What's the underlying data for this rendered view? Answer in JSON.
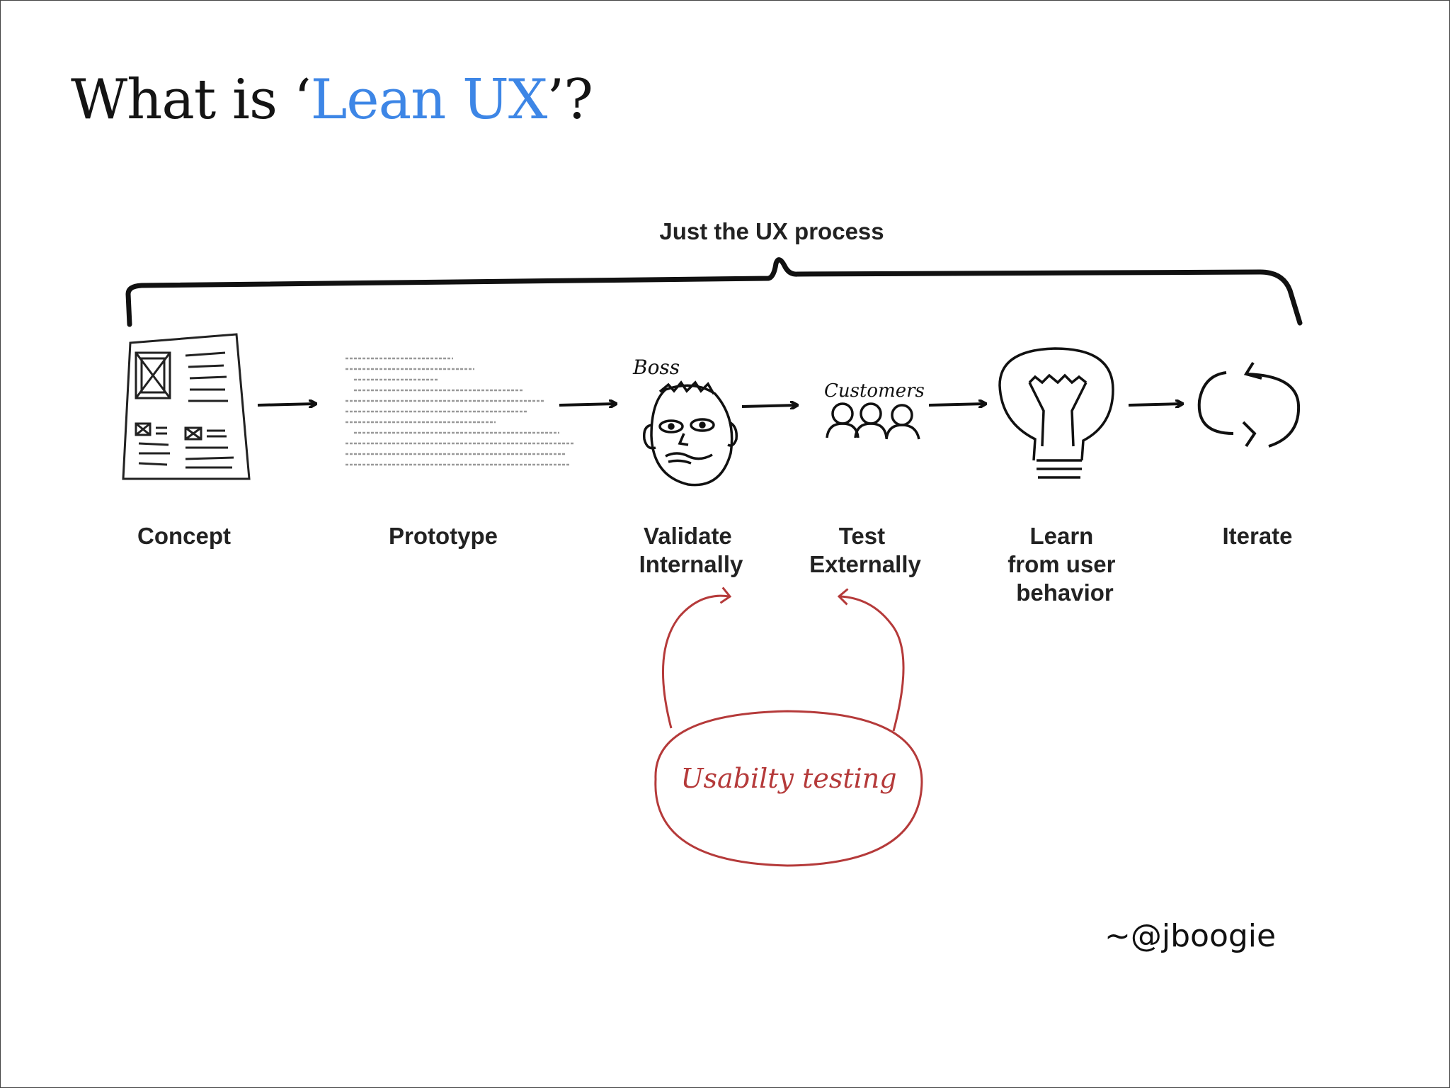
{
  "slide": {
    "title_before": "What is ‘",
    "title_highlight": "Lean UX",
    "title_after": "’?",
    "highlight_color": "#3d86e6",
    "credit": "~@jboogie"
  },
  "diagram": {
    "brace_label": "Just the UX process",
    "steps": [
      {
        "label_lines": [
          "Concept"
        ],
        "icon": "wireframe-sketch-icon"
      },
      {
        "label_lines": [
          "Prototype"
        ],
        "icon": "code-snippet-icon"
      },
      {
        "label_lines": [
          "Validate",
          "Internally"
        ],
        "icon": "boss-face-icon",
        "icon_caption": "Boss"
      },
      {
        "label_lines": [
          "Test",
          "Externally"
        ],
        "icon": "customers-icon",
        "icon_caption": "Customers"
      },
      {
        "label_lines": [
          "Learn",
          "from user",
          "behavior"
        ],
        "icon": "lightbulb-icon"
      },
      {
        "label_lines": [
          "Iterate"
        ],
        "icon": "cycle-arrows-icon"
      }
    ],
    "usability_label": "Usabilty testing",
    "usability_color": "#b53a3a"
  }
}
